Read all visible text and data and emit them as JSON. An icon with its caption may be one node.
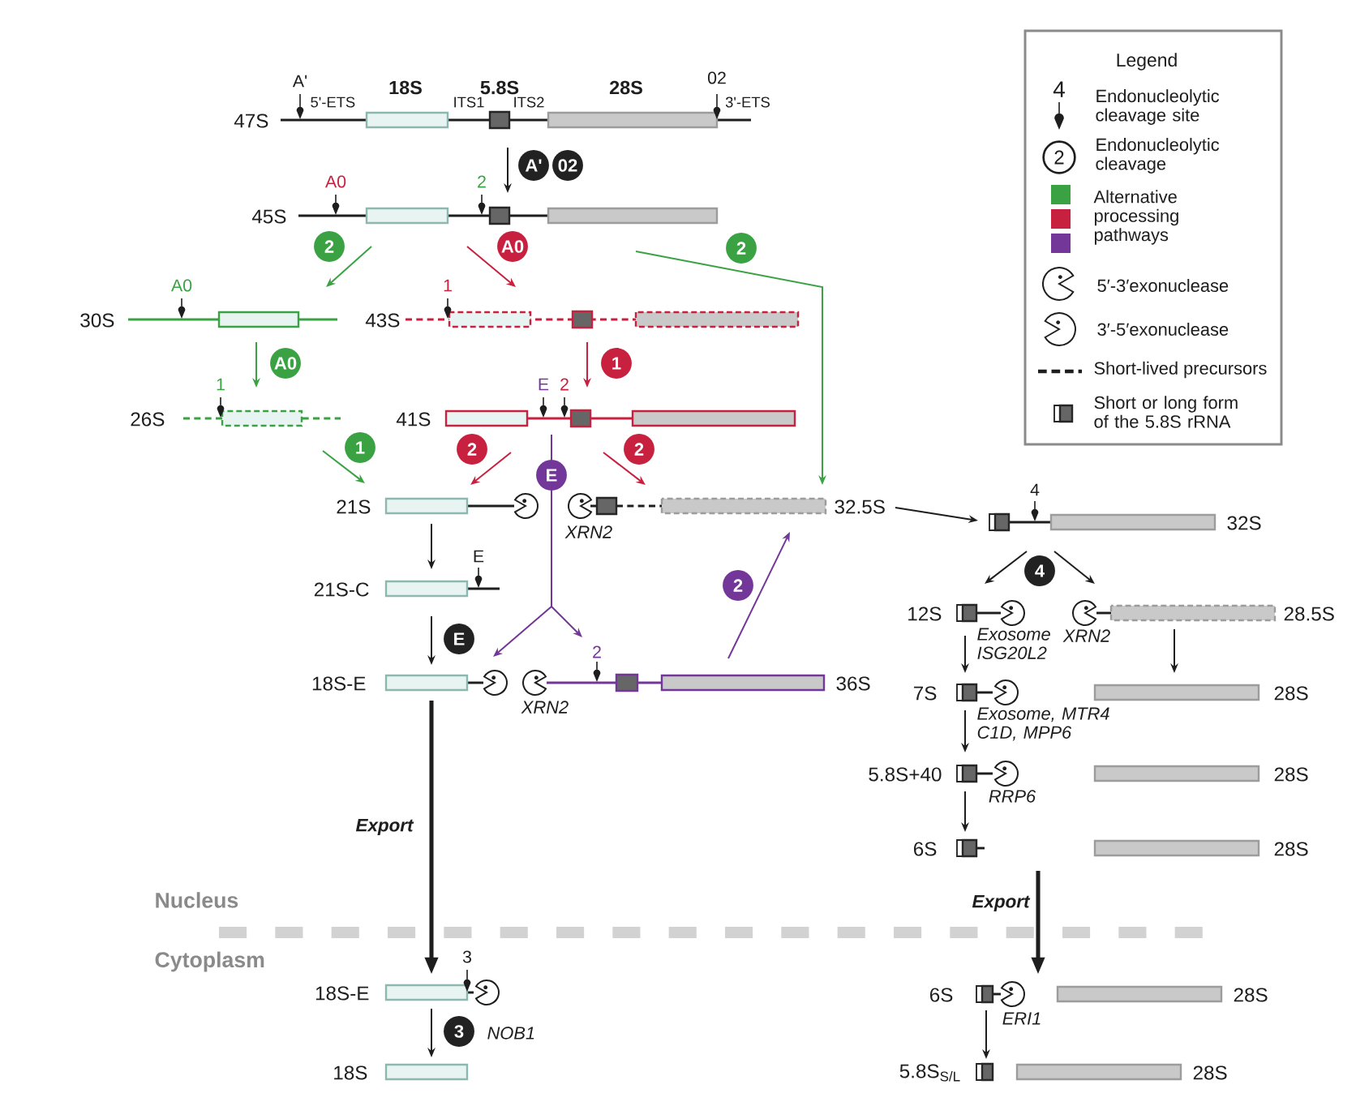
{
  "diagram": {
    "nodes": [
      {
        "text": [
          "47S",
          "5'-ETS",
          "ITS1",
          "ITS2",
          "3'-ETS"
        ],
        "beside": [
          "A'",
          "18S",
          "5.8S",
          "28S",
          "02"
        ]
      },
      {
        "text": [
          "45S"
        ],
        "beside": [
          "A0",
          "2"
        ]
      },
      {
        "text": [
          "30S"
        ],
        "beside": [
          "A0"
        ]
      },
      {
        "text": [
          "43S"
        ],
        "beside": [
          "1"
        ]
      },
      {
        "text": [
          "26S"
        ],
        "beside": [
          "1"
        ]
      },
      {
        "text": [
          "41S"
        ],
        "beside": [
          "E",
          "2"
        ]
      },
      {
        "text": [
          "21S"
        ]
      },
      {
        "text": [
          "32.5S"
        ],
        "beside": [
          "XRN2"
        ]
      },
      {
        "text": [
          "32S"
        ],
        "beside": [
          "4"
        ]
      },
      {
        "text": [
          "21S-C"
        ],
        "beside": [
          "E"
        ]
      },
      {
        "text": [
          "12S"
        ],
        "beside": [
          "Exosome ISG20L2"
        ]
      },
      {
        "text": [
          "28.5S"
        ],
        "beside": [
          "XRN2"
        ]
      },
      {
        "text": [
          "18S-E"
        ]
      },
      {
        "text": [
          "36S"
        ],
        "beside": [
          "2",
          "XRN2"
        ]
      },
      {
        "text": [
          "7S"
        ],
        "beside": [
          "Exosome, MTR4 C1D, MPP6"
        ]
      },
      {
        "text": [
          "28S"
        ]
      },
      {
        "text": [
          "5.8S+40"
        ],
        "beside": [
          "RRP6"
        ]
      },
      {
        "text": [
          "28S"
        ]
      },
      {
        "text": [
          "6S"
        ]
      },
      {
        "text": [
          "28S"
        ]
      },
      {
        "text": [
          "18S-E"
        ],
        "beside": [
          "3"
        ]
      },
      {
        "text": [
          "6S"
        ],
        "beside": [
          "ERI1"
        ]
      },
      {
        "text": [
          "28S"
        ]
      },
      {
        "text": [
          "18S"
        ]
      },
      {
        "text": [
          "5.8S$_{S/L}$"
        ]
      },
      {
        "text": [
          "28S"
        ]
      }
    ],
    "edges": [
      {
        "from": 0,
        "to": 1,
        "arrow": "to",
        "label": "A'"
      },
      {
        "from": 1,
        "to": 2,
        "arrow": "to",
        "label": "2",
        "color": "#3ba244"
      },
      {
        "from": 1,
        "to": 3,
        "arrow": "to",
        "label": "A0",
        "color": "#c8213f"
      },
      {
        "from": 1,
        "to": 7,
        "arrow": "to",
        "label": "2",
        "color": "#3ba244"
      },
      {
        "from": 2,
        "to": 4,
        "arrow": "to",
        "label": "A0",
        "color": "#3ba244"
      },
      {
        "from": 3,
        "to": 5,
        "arrow": "to",
        "label": "1",
        "color": "#c8213f"
      },
      {
        "from": 4,
        "to": 6,
        "arrow": "to",
        "label": "1",
        "color": "#3ba244"
      },
      {
        "from": 5,
        "to": 6,
        "arrow": "to",
        "label": "2",
        "color": "#c8213f"
      },
      {
        "from": 5,
        "to": 7,
        "arrow": "to",
        "label": "2",
        "color": "#c8213f"
      },
      {
        "from": 5,
        "to": 12,
        "arrow": "to",
        "label": "E",
        "color": "#73379a"
      },
      {
        "from": 5,
        "to": 13,
        "arrow": "to",
        "color": "#73379a"
      },
      {
        "from": 13,
        "to": 7,
        "arrow": "to",
        "label": "2",
        "color": "#73379a"
      },
      {
        "from": 7,
        "to": 8,
        "arrow": "to"
      },
      {
        "from": 6,
        "to": 9,
        "arrow": "to"
      },
      {
        "from": 9,
        "to": 12,
        "arrow": "to",
        "label": "E"
      },
      {
        "from": 8,
        "to": 10,
        "arrow": "to",
        "label": "4"
      },
      {
        "from": 8,
        "to": 11,
        "arrow": "to"
      },
      {
        "from": 10,
        "to": 14,
        "arrow": "to"
      },
      {
        "from": 11,
        "to": 15,
        "arrow": "to"
      },
      {
        "from": 14,
        "to": 16,
        "arrow": "to"
      },
      {
        "from": 16,
        "to": 18,
        "arrow": "to"
      },
      {
        "from": 12,
        "to": 20,
        "arrow": "to",
        "label": "Export",
        "style": "thick"
      },
      {
        "from": 18,
        "to": 21,
        "arrow": "to",
        "label": "Export",
        "style": "thick"
      },
      {
        "from": 20,
        "to": 23,
        "arrow": "to",
        "label": "3"
      },
      {
        "from": 21,
        "to": 24,
        "arrow": "to"
      }
    ],
    "labels": [
      "02",
      "Legend",
      "4",
      "2",
      "Nucleus",
      "Cytoplasm",
      "NOB1"
    ],
    "legend": [
      {
        "text": "Endonucleolytic cleavage site"
      },
      {
        "text": "Endonucleolytic cleavage"
      },
      {
        "text": "Alternative processing pathways",
        "color": "#3ba244"
      },
      {
        "text": "5′-3′exonuclease"
      },
      {
        "text": "3′-5′exonuclease"
      },
      {
        "text": "Short-lived precursors"
      },
      {
        "text": "Short or long form of the 5.8S rRNA"
      }
    ]
  }
}
